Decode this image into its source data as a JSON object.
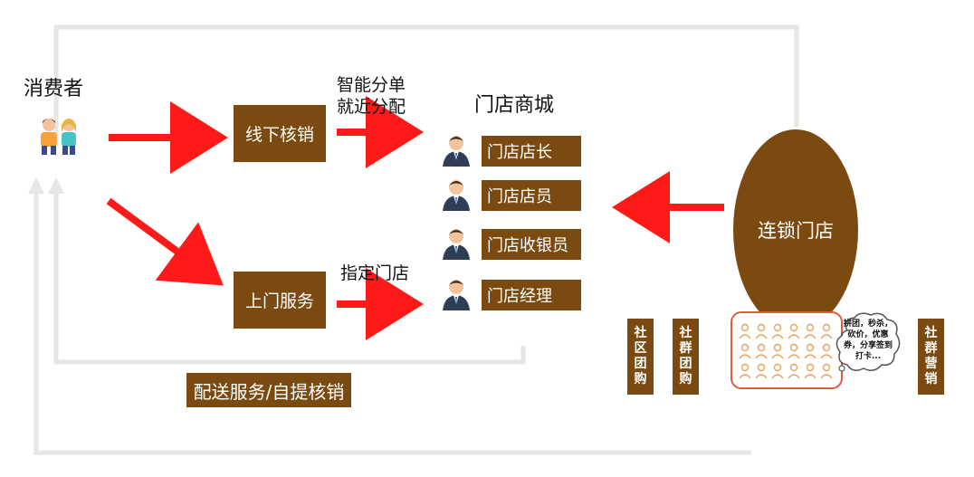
{
  "nodes": {
    "consumer": "消费者",
    "offline_verify": "线下核销",
    "home_service": "上门服务",
    "store_mall": "门店商城",
    "chain_store": "连锁门店",
    "delivery": "配送服务/自提核销"
  },
  "edge_labels": {
    "smart_split_line1": "智能分单",
    "smart_split_line2": "就近分配",
    "assign_store": "指定门店"
  },
  "roles": [
    "门店店长",
    "门店店员",
    "门店收银员",
    "门店经理"
  ],
  "tags": {
    "community_group": [
      "社",
      "区",
      "团",
      "购"
    ],
    "social_group": [
      "社",
      "群",
      "团",
      "购"
    ],
    "social_marketing": [
      "社",
      "群",
      "营",
      "销"
    ]
  },
  "bubble_text": "拼团，秒杀，砍价，优惠券，分享签到打卡...",
  "colors": {
    "box_brown": "#7a4a10",
    "arrow_red": "#ff1a1a",
    "loop_gray": "#e3e3e3",
    "crowd_border": "#e25a3a"
  }
}
